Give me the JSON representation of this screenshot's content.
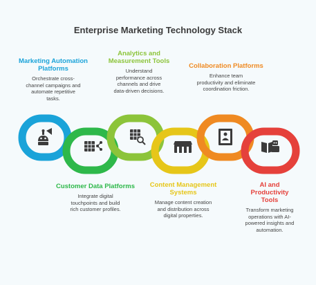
{
  "title": "Enterprise Marketing Technology Stack",
  "colors": {
    "marketing_automation": "#1aa3d9",
    "customer_data": "#2eb84a",
    "analytics": "#8cc43a",
    "content_management": "#e6c619",
    "collaboration": "#ef8a22",
    "ai_productivity": "#e5413b",
    "icon": "#3b3b3b",
    "background": "#f5fafc"
  },
  "items": [
    {
      "heading": "Marketing Automation Platforms",
      "description": "Orchestrate cross-channel campaigns and automate repetitive tasks.",
      "icon": "robot-megaphone-icon"
    },
    {
      "heading": "Customer Data Platforms",
      "description": "Integrate digital touchpoints and build rich customer profiles.",
      "icon": "data-share-icon"
    },
    {
      "heading": "Analytics and Measurement Tools",
      "description": "Understand performance across channels and drive data-driven decisions.",
      "icon": "spreadsheet-search-icon"
    },
    {
      "heading": "Content Management Systems",
      "description": "Manage content creation and distribution across digital properties.",
      "icon": "storefront-icon"
    },
    {
      "heading": "Collaboration Platforms",
      "description": "Enhance team productivity and eliminate coordination friction.",
      "icon": "contact-book-icon"
    },
    {
      "heading": "AI and Productivity Tools",
      "description": "Transform marketing operations with AI-powered insights and automation.",
      "icon": "book-robot-icon"
    }
  ]
}
